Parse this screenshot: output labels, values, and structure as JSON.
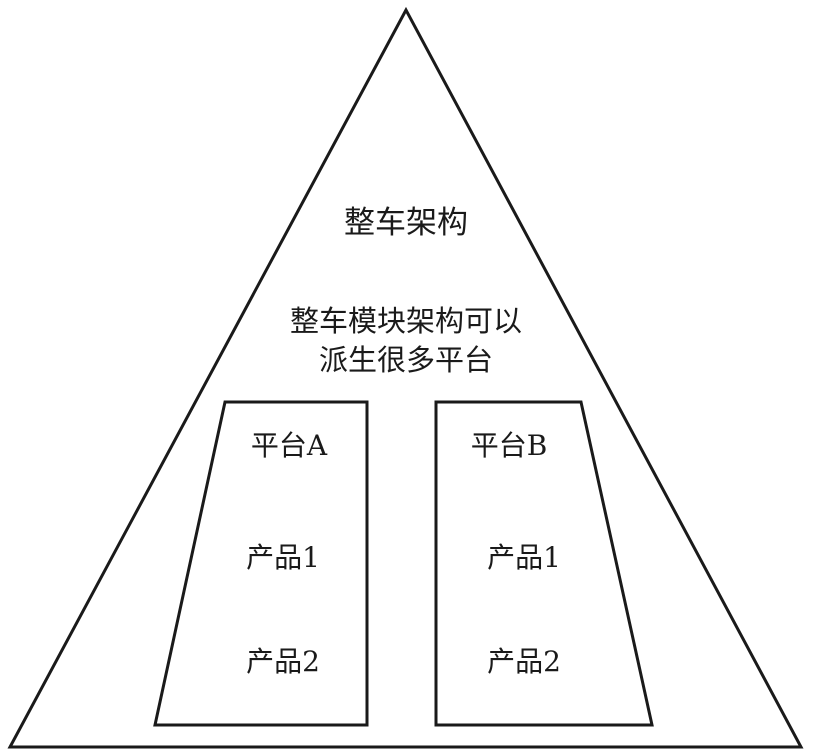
{
  "diagram": {
    "title": "整车架构",
    "description_line1": "整车模块架构可以",
    "description_line2": "派生很多平台",
    "platforms": [
      {
        "name": "平台A",
        "products": [
          "产品1",
          "产品2"
        ]
      },
      {
        "name": "平台B",
        "products": [
          "产品1",
          "产品2"
        ]
      }
    ],
    "colors": {
      "stroke": "#1a1a1a",
      "fill": "#ffffff"
    }
  }
}
